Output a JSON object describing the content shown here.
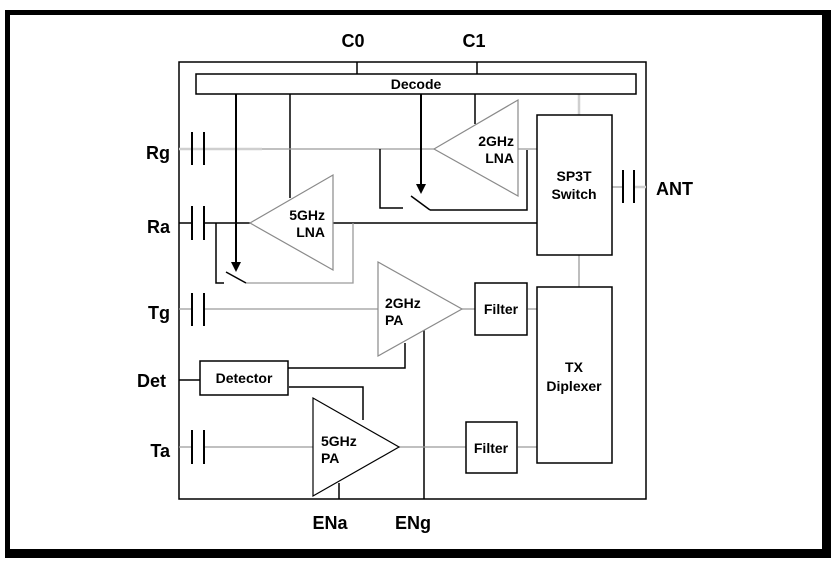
{
  "diagram": {
    "type": "rf-front-end-block-diagram",
    "pins": {
      "c0": "C0",
      "c1": "C1",
      "rg": "Rg",
      "ra": "Ra",
      "tg": "Tg",
      "det": "Det",
      "ta": "Ta",
      "ant": "ANT",
      "ena": "ENa",
      "eng": "ENg"
    },
    "blocks": {
      "decode": "Decode",
      "lna_2g": [
        "2GHz",
        "LNA"
      ],
      "lna_5g": [
        "5GHz",
        "LNA"
      ],
      "switch": [
        "SP3T",
        "Switch"
      ],
      "pa_2g": [
        "2GHz",
        "PA"
      ],
      "pa_5g": [
        "5GHz",
        "PA"
      ],
      "filter_2g": "Filter",
      "filter_5g": "Filter",
      "diplexer": [
        "TX",
        "Diplexer"
      ],
      "detector": "Detector"
    },
    "connections": [
      {
        "from": "C0",
        "to": "Decode"
      },
      {
        "from": "C1",
        "to": "Decode"
      },
      {
        "from": "Rg",
        "to": "2GHz LNA",
        "via": "DC-block capacitor"
      },
      {
        "from": "2GHz LNA",
        "to": "SP3T Switch"
      },
      {
        "from": "Ra",
        "to": "5GHz LNA",
        "via": "DC-block capacitor"
      },
      {
        "from": "5GHz LNA",
        "to": "SP3T Switch"
      },
      {
        "from": "Decode",
        "to": "2GHz LNA bypass switch"
      },
      {
        "from": "Decode",
        "to": "5GHz LNA bypass switch"
      },
      {
        "from": "Tg",
        "to": "2GHz PA",
        "via": "DC-block capacitor"
      },
      {
        "from": "2GHz PA",
        "to": "Filter (2GHz)"
      },
      {
        "from": "Filter (2GHz)",
        "to": "TX Diplexer"
      },
      {
        "from": "Ta",
        "to": "5GHz PA",
        "via": "DC-block capacitor"
      },
      {
        "from": "5GHz PA",
        "to": "Filter (5GHz)"
      },
      {
        "from": "Filter (5GHz)",
        "to": "TX Diplexer"
      },
      {
        "from": "TX Diplexer",
        "to": "SP3T Switch"
      },
      {
        "from": "SP3T Switch",
        "to": "ANT",
        "via": "DC-block capacitor"
      },
      {
        "from": "Detector",
        "to": "Det"
      },
      {
        "from": "2GHz PA",
        "to": "Detector"
      },
      {
        "from": "5GHz PA",
        "to": "Detector"
      },
      {
        "from": "ENa",
        "to": "5GHz PA"
      },
      {
        "from": "ENg",
        "to": "2GHz PA"
      }
    ]
  }
}
